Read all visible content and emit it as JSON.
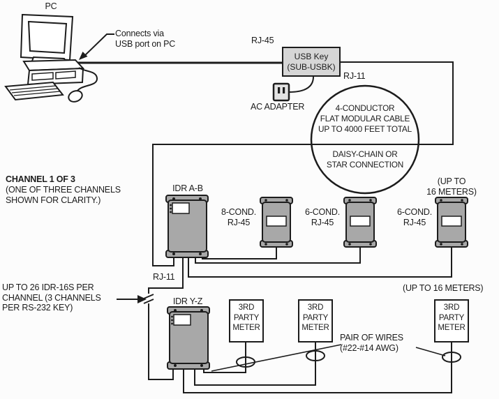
{
  "pc": {
    "label": "PC",
    "connection_note": "Connects via\nUSB port on PC"
  },
  "usb_key": {
    "label": "USB Key\n(SUB-USBK)",
    "port_top_label": "RJ-45",
    "port_side_label": "RJ-11",
    "power_label": "AC ADAPTER"
  },
  "cable_circle": {
    "top_text": "4-CONDUCTOR\nFLAT MODULAR CABLE\nUP TO 4000 FEET TOTAL",
    "bottom_text": "DAISY-CHAIN OR\nSTAR CONNECTION"
  },
  "channel_note": {
    "title": "CHANNEL 1 OF 3",
    "subtitle": "(ONE OF THREE CHANNELS\nSHOWN FOR CLARITY.)"
  },
  "idr_ab": {
    "label": "IDR A-B"
  },
  "idr_yz": {
    "label": "IDR Y-Z"
  },
  "rj11_chain_label": "RJ-11",
  "capacity_note": "UP TO 26 IDR-16S PER\nCHANNEL (3 CHANNELS\nPER RS-232 KEY)",
  "modules": [
    {
      "label": "8-COND.\nRJ-45"
    },
    {
      "label": "6-COND.\nRJ-45"
    },
    {
      "label": "6-COND.\nRJ-45"
    }
  ],
  "distance_notes": {
    "modules": "(UP TO\n16 METERS)",
    "meters": "(UP TO 16 METERS)"
  },
  "meters": [
    {
      "label": "3RD\nPARTY\nMETER"
    },
    {
      "label": "3RD\nPARTY\nMETER"
    },
    {
      "label": "3RD\nPARTY\nMETER"
    }
  ],
  "wire_note": "PAIR OF WIRES\n(#22-#14 AWG)",
  "colors": {
    "line": "#1c1c1c",
    "device_fill": "#a8a8a8",
    "panel_fill": "#d6d6d6",
    "background": "#fcfcfc"
  }
}
